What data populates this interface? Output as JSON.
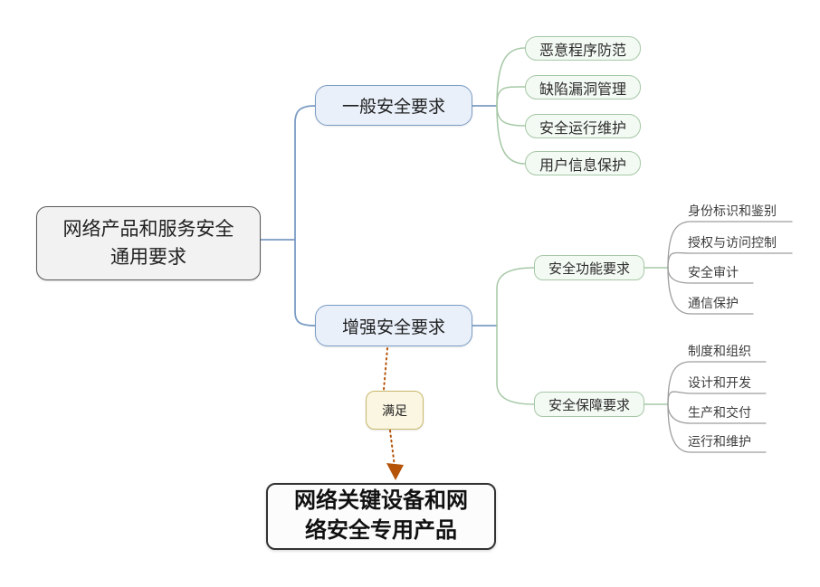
{
  "diagram": {
    "root": {
      "line1": "网络产品和服务安全",
      "line2": "通用要求"
    },
    "general": {
      "label": "一般安全要求",
      "children": [
        "恶意程序防范",
        "缺陷漏洞管理",
        "安全运行维护",
        "用户信息保护"
      ]
    },
    "enhanced": {
      "label": "增强安全要求",
      "functional": {
        "label": "安全功能要求",
        "children": [
          "身份标识和鉴别",
          "授权与访问控制",
          "安全审计",
          "通信保护"
        ]
      },
      "assurance": {
        "label": "安全保障要求",
        "children": [
          "制度和组织",
          "设计和开发",
          "生产和交付",
          "运行和维护"
        ]
      }
    },
    "relation": {
      "label": "满足"
    },
    "target": {
      "line1": "网络关键设备和网",
      "line2": "络安全专用产品"
    }
  },
  "colors": {
    "branch_blue": "#7b9cc4",
    "branch_blue_fill": "#e9f0fa",
    "green": "#a6c8a6",
    "green_fill": "#f3f9f3",
    "gray_line": "#9e9e9e",
    "root_border": "#595959",
    "root_fill": "#f2f2f2",
    "relation_border": "#c9b96d",
    "relation_fill": "#faf6e2",
    "arrow": "#b55309",
    "target_border": "#333333",
    "target_fill": "#fcfcfc"
  }
}
